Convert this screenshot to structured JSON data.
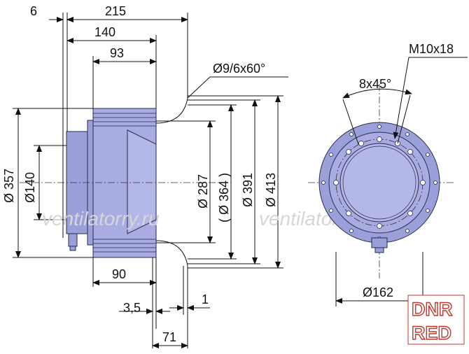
{
  "dimensions": {
    "d6": "6",
    "d215": "215",
    "d140": "140",
    "d93": "93",
    "hole_spec": "Ø9/6x60°",
    "thread": "M10x18",
    "bolt_angle": "8x45°",
    "dia357": "Ø 357",
    "dia140": "Ø140",
    "dia287": "Ø 287",
    "dia364": "( Ø 364 )",
    "dia391": "Ø 391",
    "dia413": "Ø 413",
    "d90": "90",
    "d3_5": "3,5",
    "d1": "1",
    "d71": "71",
    "dia162": "Ø162"
  },
  "watermarks": [
    "ventilatorry.ru",
    "ventilatorry.ru"
  ],
  "logo": {
    "line1": "DNR",
    "line2": "RED"
  },
  "colors": {
    "body_fill": "#9b9fda",
    "logo_red": "#c0392b",
    "logo_bg": "#ffffff"
  }
}
